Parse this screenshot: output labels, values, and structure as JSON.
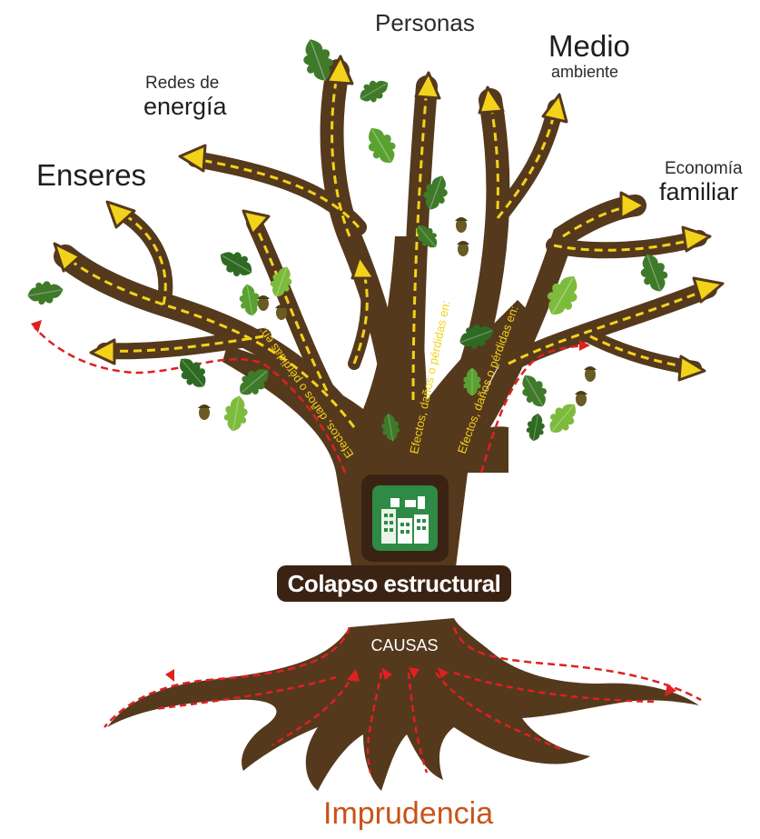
{
  "diagram": {
    "branch_labels": {
      "enseres": "Enseres",
      "redes_line1": "Redes de",
      "redes_line2": "energía",
      "personas": "Personas",
      "medio_line1": "Medio",
      "medio_line2": "ambiente",
      "economia_line1": "Economía",
      "economia_line2": "familiar"
    },
    "branch_text": "Efectos, daños o pérdidas en:",
    "center_title": "Colapso estructural",
    "roots_label": "CAUSAS",
    "bottom_label": "Imprudencia",
    "icon": "building-collapse-icon",
    "colors": {
      "trunk": "#55391d",
      "trunk_dark": "#3b2313",
      "arrow_yellow": "#f3d21a",
      "dash_red": "#e02020",
      "leaf_dark": "#3f7a2a",
      "leaf_light": "#7dbb3c",
      "icon_green": "#2f8a45",
      "bottom_label": "#c8531a"
    }
  }
}
